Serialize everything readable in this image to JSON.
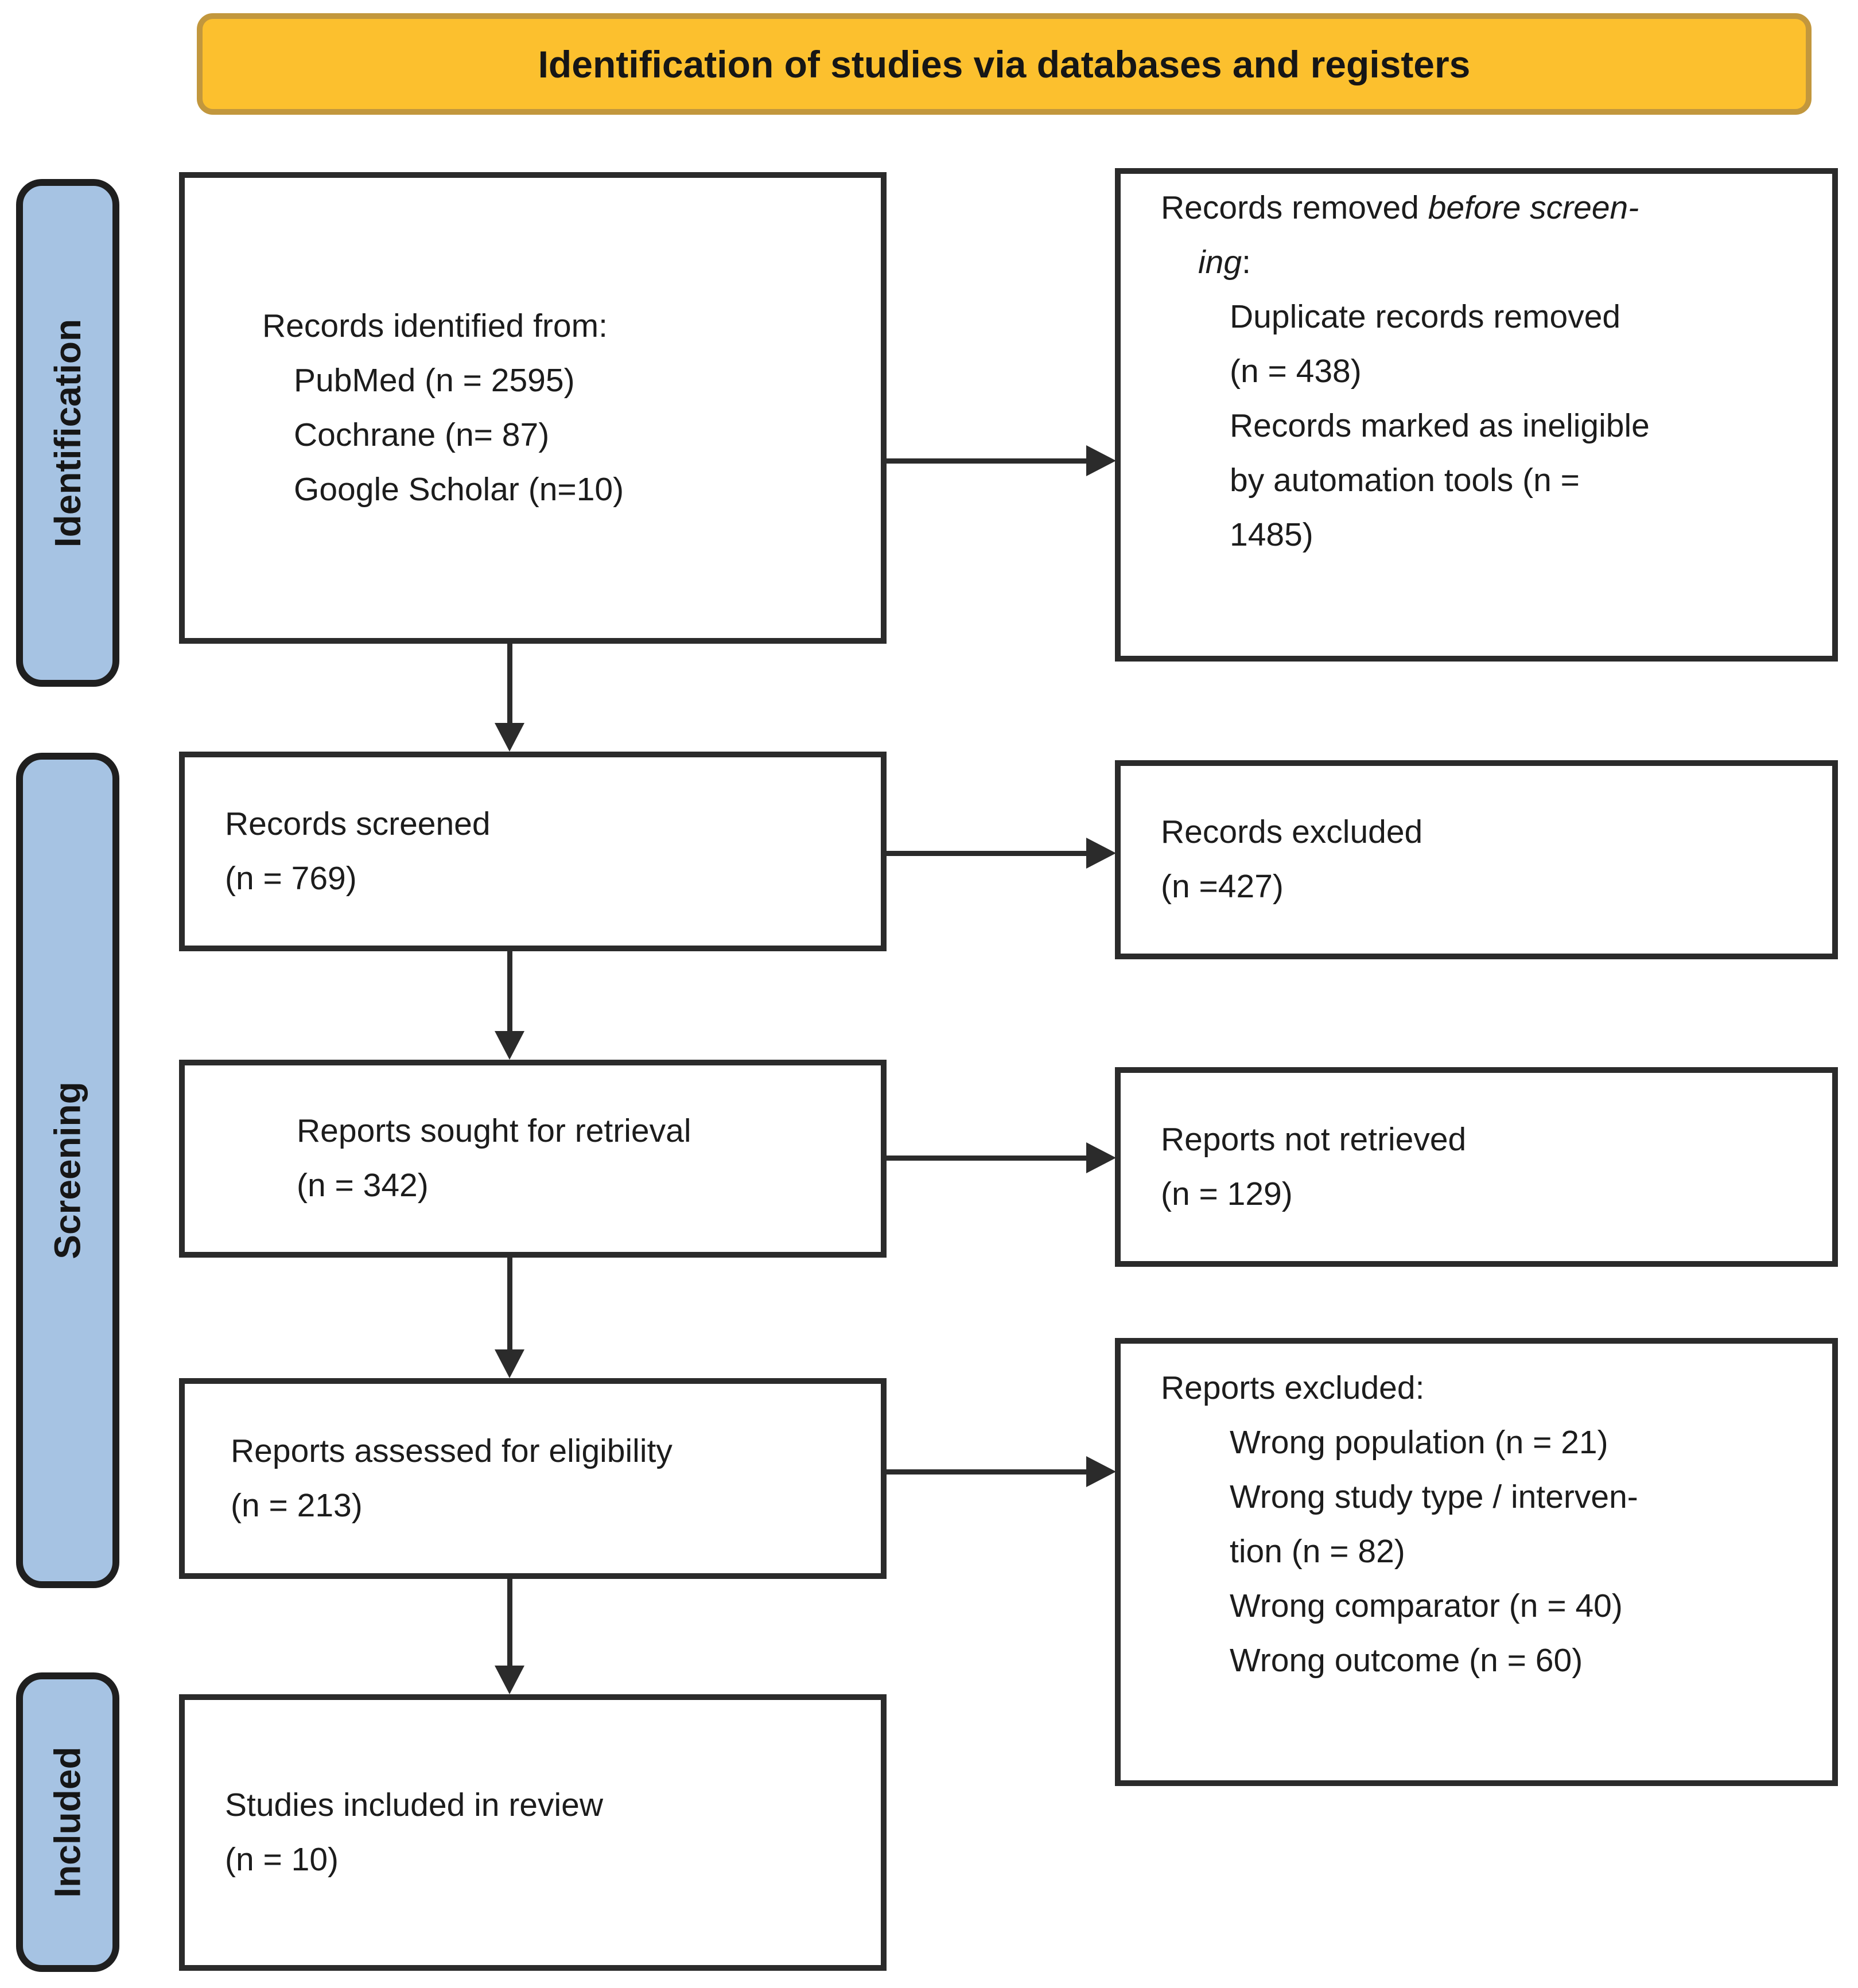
{
  "banner": {
    "title": "Identification of studies via databases and registers"
  },
  "sidebar": {
    "identification": "Identification",
    "screening": "Screening",
    "included": "Included"
  },
  "boxes": {
    "records_identified": {
      "heading": "Records identified from:",
      "items": [
        "PubMed (n = 2595)",
        "Cochrane (n= 87)",
        "Google Scholar (n=10)"
      ]
    },
    "records_removed": {
      "line1_normal": "Records removed ",
      "line1_italic": "before screen-",
      "line2_italic": "ing",
      "line2_suffix": ":",
      "lines": [
        "Duplicate records removed",
        "(n = 438)",
        "Records marked as ineligible",
        "by automation tools (n =",
        "1485)"
      ]
    },
    "records_screened": {
      "lines": [
        "Records screened",
        "(n = 769)"
      ]
    },
    "records_excluded": {
      "lines": [
        "Records excluded",
        "(n =427)"
      ]
    },
    "reports_sought": {
      "lines": [
        "Reports sought for retrieval",
        "(n = 342)"
      ]
    },
    "reports_not_retrieved": {
      "lines": [
        "Reports not retrieved",
        "(n = 129)"
      ]
    },
    "reports_assessed": {
      "lines": [
        "Reports assessed for eligibility",
        "(n = 213)"
      ]
    },
    "reports_excluded": {
      "heading": "Reports excluded:",
      "lines": [
        "Wrong population (n = 21)",
        "Wrong study type / interven-",
        "tion (n = 82)",
        "Wrong comparator (n = 40)",
        "Wrong outcome (n = 60)"
      ]
    },
    "studies_included": {
      "lines": [
        "Studies included in review",
        "(n = 10)"
      ]
    }
  },
  "colors": {
    "banner_fill": "#FCC02E",
    "banner_border": "#C2973D",
    "sidebar_fill": "#A6C3E3",
    "sidebar_border": "#1F1F1F",
    "box_border": "#2B2B2B",
    "arrow": "#2B2B2B",
    "text": "#1C1C1C"
  }
}
